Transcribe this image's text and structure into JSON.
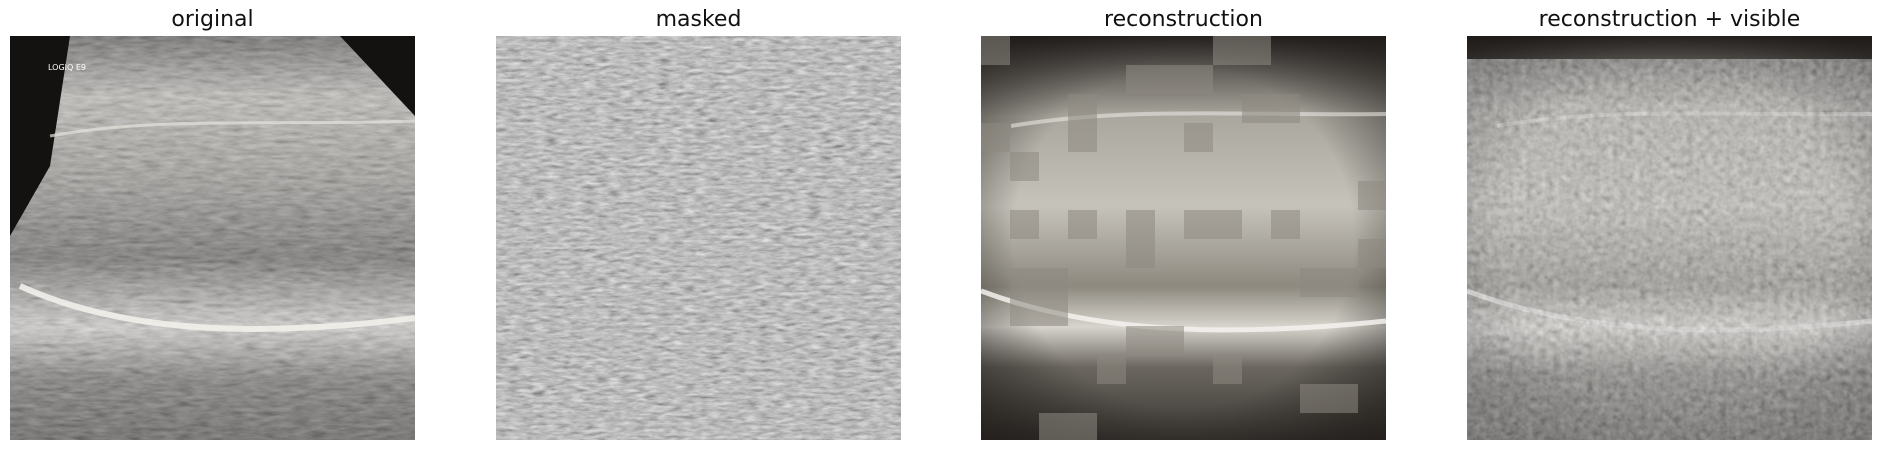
{
  "panels": [
    {
      "title": "original"
    },
    {
      "title": "masked"
    },
    {
      "title": "reconstruction"
    },
    {
      "title": "reconstruction + visible"
    }
  ],
  "original_overlay_text": "LOGIQ E9",
  "colors": {
    "background": "#ffffff",
    "mask_gray": "#7d766b",
    "ultrasound_dark": "#2a2826",
    "ultrasound_light": "#d8d6d1",
    "reconstruction_tint": "#a7a295"
  }
}
